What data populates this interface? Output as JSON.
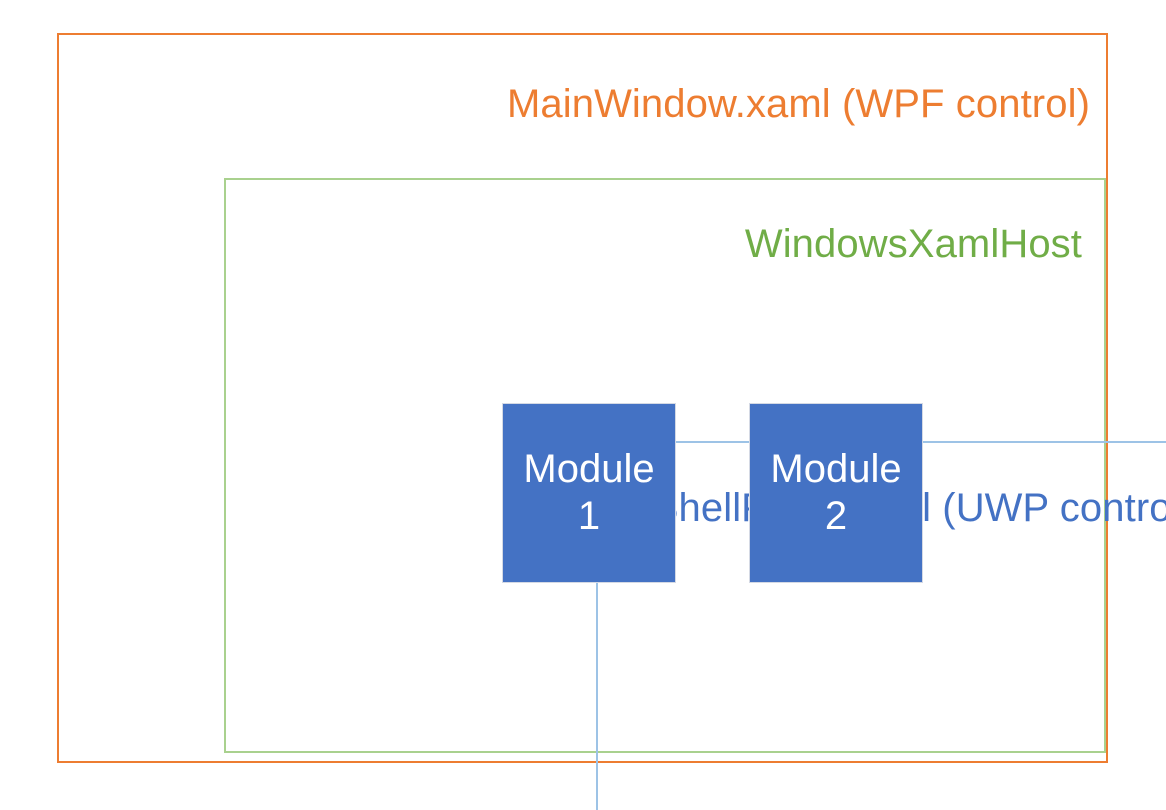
{
  "diagram": {
    "type": "nested-containment",
    "background_color": "#FFFFFF",
    "layers": [
      {
        "id": "mainwindow",
        "label": "MainWindow.xaml (WPF control)",
        "border_color": "#ED7D31",
        "text_color": "#ED7D31",
        "label_align": "right"
      },
      {
        "id": "windowsxamlhost",
        "label": "WindowsXamlHost",
        "border_color": "#A9D18E",
        "text_color": "#70AD47",
        "label_align": "right"
      },
      {
        "id": "shellpage",
        "label": "ShellPage.xaml (UWP control)",
        "border_color": "#9DC3E6",
        "text_color": "#4472C4",
        "label_align": "right"
      }
    ],
    "modules": [
      {
        "id": "module-1",
        "name": "Module",
        "index": "1",
        "fill_color": "#4472C4",
        "text_color": "#FFFFFF"
      },
      {
        "id": "module-2",
        "name": "Module",
        "index": "2",
        "fill_color": "#4472C4",
        "text_color": "#FFFFFF"
      }
    ]
  }
}
